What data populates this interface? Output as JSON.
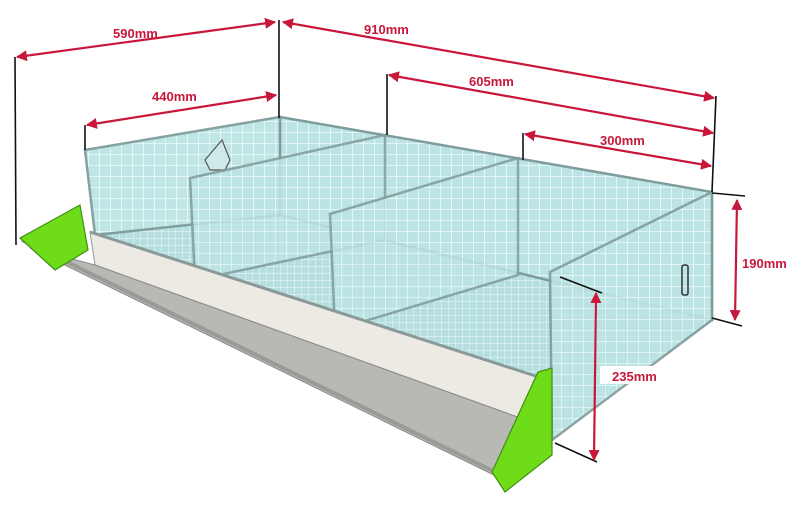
{
  "diagram": {
    "subject": "cage",
    "accent_color": "#c8173a",
    "mesh_color": "#bde4e4",
    "end_cap_color": "#6fdc1a",
    "dimensions": {
      "overall_width": "590mm",
      "overall_length": "910mm",
      "inner_width": "440mm",
      "two_section_length": "605mm",
      "section_length": "300mm",
      "back_height": "190mm",
      "front_height": "235mm"
    }
  }
}
